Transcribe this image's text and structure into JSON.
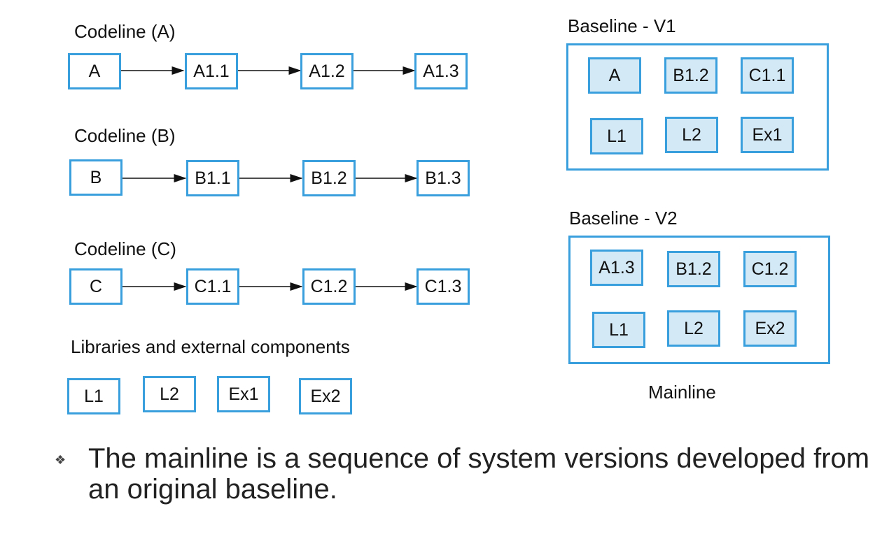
{
  "codelines": [
    {
      "title": "Codeline (A)",
      "items": [
        "A",
        "A1.1",
        "A1.2",
        "A1.3"
      ]
    },
    {
      "title": "Codeline (B)",
      "items": [
        "B",
        "B1.1",
        "B1.2",
        "B1.3"
      ]
    },
    {
      "title": "Codeline (C)",
      "items": [
        "C",
        "C1.1",
        "C1.2",
        "C1.3"
      ]
    }
  ],
  "libraries": {
    "title": "Libraries and external components",
    "items": [
      "L1",
      "L2",
      "Ex1",
      "Ex2"
    ]
  },
  "baselines": [
    {
      "title": "Baseline - V1",
      "row1": [
        "A",
        "B1.2",
        "C1.1"
      ],
      "row2": [
        "L1",
        "L2",
        "Ex1"
      ]
    },
    {
      "title": "Baseline - V2",
      "row1": [
        "A1.3",
        "B1.2",
        "C1.2"
      ],
      "row2": [
        "L1",
        "L2",
        "Ex2"
      ]
    }
  ],
  "mainline_label": "Mainline",
  "bullet": {
    "marker": "❖",
    "text_line1": "The mainline is a sequence of system versions developed from",
    "text_line2": "an original baseline."
  },
  "colors": {
    "box_border": "#3aa0dd",
    "box_fill": "#d3e9f6"
  }
}
